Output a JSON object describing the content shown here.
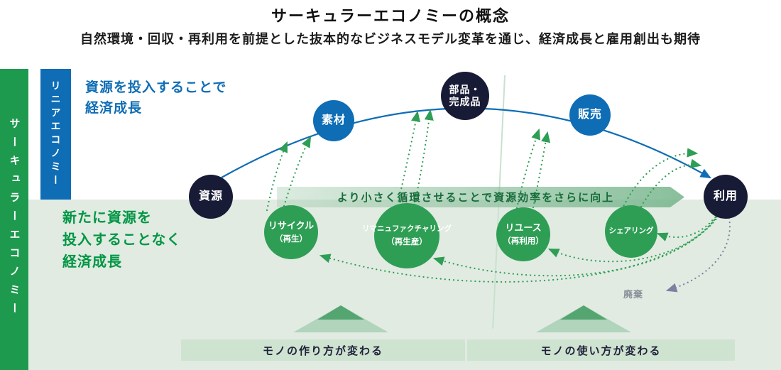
{
  "header": {
    "title": "サーキュラーエコノミーの概念",
    "subtitle": "自然環境・回収・再利用を前提とした抜本的なビジネスモデル変革を通じ、経済成長と雇用創出も期待"
  },
  "sidebars": {
    "circular_label": "サーキュラーエコノミー",
    "linear_label": "リニアエコノミー"
  },
  "captions": {
    "linear": "資源を投入することで\n経済成長",
    "circular": "新たに資源を\n投入することなく\n経済成長"
  },
  "flow_nodes": [
    {
      "label": "資源"
    },
    {
      "label": "素材"
    },
    {
      "label": "部品・\n完成品"
    },
    {
      "label": "販売"
    },
    {
      "label": "利用"
    }
  ],
  "loop_nodes": [
    {
      "label": "リサイクル",
      "sub": "（再生）"
    },
    {
      "label": "リマニュファクチャリング",
      "sub": "（再生産）"
    },
    {
      "label": "リユース",
      "sub": "（再利用）"
    },
    {
      "label": "シェアリング",
      "sub": ""
    }
  ],
  "banner": "より小さく循環させることで資源効率をさらに向上",
  "waste_label": "廃棄",
  "bottom_bars": [
    {
      "label": "モノの作り方が変わる"
    },
    {
      "label": "モノの使い方が変わる"
    }
  ],
  "colors": {
    "sidebar_green": "#1e9a4f",
    "blue": "#0e6db5",
    "navy": "#181b36",
    "green": "#2f9e55",
    "zone_green": "#e1ebe2",
    "bar_green": "#cfe3d1",
    "caption_green": "#009644",
    "banner_text": "#176b3a",
    "waste": "#7b82a0"
  }
}
